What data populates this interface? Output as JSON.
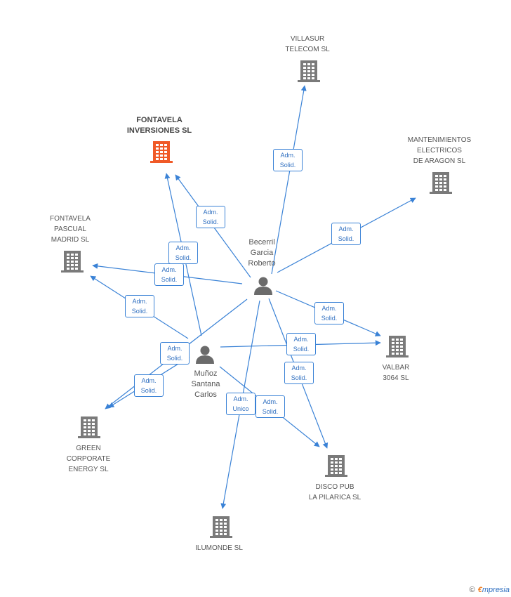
{
  "colors": {
    "edge": "#3a82d6",
    "company": "#7a7a7a",
    "main_company": "#f05a28",
    "person": "#6b6b6b"
  },
  "companies": [
    {
      "id": "fontavela_inversiones",
      "lines": [
        "FONTAVELA",
        "INVERSIONES SL"
      ],
      "main": true
    },
    {
      "id": "villasur",
      "lines": [
        "VILLASUR",
        "TELECOM SL"
      ]
    },
    {
      "id": "mantenimientos",
      "lines": [
        "MANTENIMIENTOS",
        "ELECTRICOS",
        "DE ARAGON SL"
      ]
    },
    {
      "id": "fontavela_pascual",
      "lines": [
        "FONTAVELA",
        "PASCUAL",
        "MADRID SL"
      ]
    },
    {
      "id": "valbar",
      "lines": [
        "VALBAR",
        "3064 SL"
      ]
    },
    {
      "id": "green",
      "lines": [
        "GREEN",
        "CORPORATE",
        "ENERGY SL"
      ]
    },
    {
      "id": "disco",
      "lines": [
        "DISCO PUB",
        "LA PILARICA SL"
      ]
    },
    {
      "id": "ilumonde",
      "lines": [
        "ILUMONDE SL"
      ]
    }
  ],
  "persons": [
    {
      "id": "becerril",
      "lines": [
        "Becerril",
        "Garcia",
        "Roberto"
      ]
    },
    {
      "id": "munoz",
      "lines": [
        "Muñoz",
        "Santana",
        "Carlos"
      ]
    }
  ],
  "edges": [
    {
      "from": "becerril",
      "to": "villasur",
      "label": [
        "Adm.",
        "Solid."
      ]
    },
    {
      "from": "becerril",
      "to": "mantenimientos",
      "label": [
        "Adm.",
        "Solid."
      ]
    },
    {
      "from": "becerril",
      "to": "fontavela_inversiones",
      "label": [
        "Adm.",
        "Solid."
      ]
    },
    {
      "from": "becerril",
      "to": "fontavela_pascual",
      "label": [
        "Adm.",
        "Solid."
      ]
    },
    {
      "from": "becerril",
      "to": "valbar",
      "label": [
        "Adm.",
        "Solid."
      ]
    },
    {
      "from": "becerril",
      "to": "disco",
      "label": [
        "Adm.",
        "Solid."
      ]
    },
    {
      "from": "becerril",
      "to": "ilumonde",
      "label": [
        "Adm.",
        "Unico"
      ]
    },
    {
      "from": "becerril",
      "to": "green",
      "label": [
        "Adm.",
        "Solid."
      ]
    },
    {
      "from": "munoz",
      "to": "fontavela_inversiones",
      "label": [
        "Adm.",
        "Solid."
      ]
    },
    {
      "from": "munoz",
      "to": "fontavela_pascual",
      "label": [
        "Adm.",
        "Solid."
      ]
    },
    {
      "from": "munoz",
      "to": "green",
      "label": [
        "Adm.",
        "Solid."
      ]
    },
    {
      "from": "munoz",
      "to": "valbar",
      "label": [
        "Adm.",
        "Solid."
      ]
    },
    {
      "from": "munoz",
      "to": "disco",
      "label": [
        "Adm.",
        "Solid."
      ]
    }
  ],
  "brand": {
    "copyright": "©",
    "initial": "€",
    "rest": "mpresia"
  }
}
